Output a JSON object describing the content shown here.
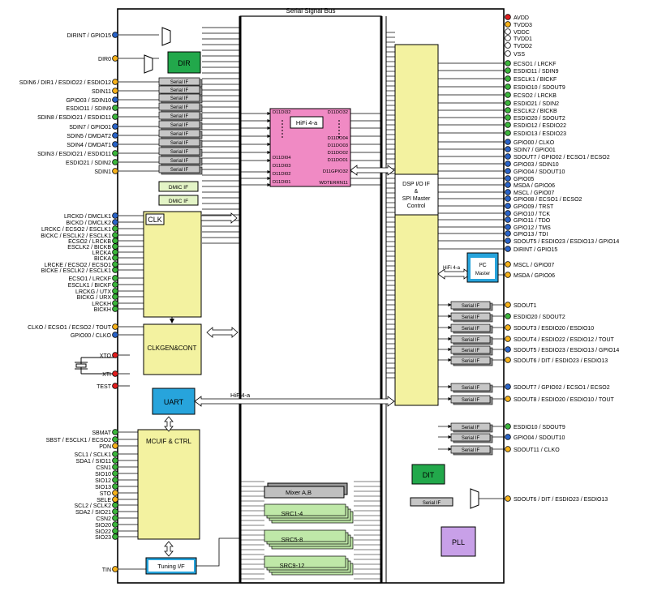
{
  "bus_title": "Serial Signal Bus",
  "blocks": {
    "dir": "DIR",
    "dmic": "DMIC IF",
    "clk": "CLK",
    "clkgen": "CLKGEN&CONT",
    "uart": "UART",
    "mcuif": "MCUIF & CTRL",
    "tuning": "Tuning I/F",
    "hifi": "HiFi 4-a",
    "dsp": [
      "DSP I/O IF",
      "&",
      "SPI Master",
      "Control"
    ],
    "i2c": [
      "I²C",
      "Master"
    ],
    "i2c_hifi": "HiFi 4-a",
    "mixer": "Mixer A,B",
    "src": [
      "SRC1-4",
      "SRC5-8",
      "SRC9-12"
    ],
    "dit": "DIT",
    "pll": "PLL",
    "serial_if": "Serial IF",
    "uart_link": "HiFi4-a"
  },
  "hifi_pins": {
    "left_top": "D11DI32",
    "left_bottom": [
      "D11DI04",
      "D11DI03",
      "D11DI02",
      "D11DI01"
    ],
    "right_top": "D11DO32",
    "right_mid": [
      "D11DO04",
      "D11DO03",
      "D11DO02",
      "D11DO01"
    ],
    "right_gpio": "D11GPIO32",
    "right_err": "WDTERRN11"
  },
  "left_pins": [
    {
      "label": "DIRINT / GPIO15",
      "color": "blue"
    },
    {
      "label": "DIR0",
      "color": "yellow"
    },
    {
      "label": "SDIN6 / DIR1 / ESDIO22 / ESDIO12",
      "color": "yellow"
    },
    {
      "label": "SDIN11",
      "color": "yellow"
    },
    {
      "label": "GPIO03 / SDIN10",
      "color": "blue"
    },
    {
      "label": "ESDIO11 / SDIN9",
      "color": "green"
    },
    {
      "label": "SDIN8 / ESDIO21 / ESDIO11",
      "color": "green"
    },
    {
      "label": "SDIN7 / GPIO01",
      "color": "blue"
    },
    {
      "label": "SDIN5 / DMDAT2",
      "color": "blue"
    },
    {
      "label": "SDIN4 / DMDAT1",
      "color": "blue"
    },
    {
      "label": "SDIN3 / ESDIO21 / ESDIO11",
      "color": "green"
    },
    {
      "label": "ESDIO21 / SDIN2",
      "color": "green"
    },
    {
      "label": "SDIN1",
      "color": "yellow"
    },
    {
      "label": "LRCKD / DMCLK1",
      "color": "blue"
    },
    {
      "label": "BICKD / DMCLK2",
      "color": "blue"
    },
    {
      "label": "LRCKC / ECSO2 / ESCLK1",
      "color": "green"
    },
    {
      "label": "BICKC / ESCLK2 / ESCLK1",
      "color": "green"
    },
    {
      "label": "ECSO2 / LRCKB",
      "color": "green"
    },
    {
      "label": "ESCLK2 / BICKB",
      "color": "green"
    },
    {
      "label": "LRCKA",
      "color": "green"
    },
    {
      "label": "BICKA",
      "color": "green"
    },
    {
      "label": "LRCKE / ECSO2 / ECSO1",
      "color": "green"
    },
    {
      "label": "BICKE / ESCLK2 / ESCLK1",
      "color": "green"
    },
    {
      "label": "ECSO1 / LRCKF",
      "color": "green"
    },
    {
      "label": "ESCLK1 / BICKF",
      "color": "green"
    },
    {
      "label": "LRCKG / UTX",
      "color": "green"
    },
    {
      "label": "BICKG / URX",
      "color": "green"
    },
    {
      "label": "LRCKH",
      "color": "green"
    },
    {
      "label": "BICKH",
      "color": "green"
    },
    {
      "label": "CLKO /  ECSO1 / ECSO2 / TOUT",
      "color": "yellow"
    },
    {
      "label": "GPIO00 / CLKO",
      "color": "blue"
    },
    {
      "label": "XTO",
      "color": "red"
    },
    {
      "label": "XTI",
      "color": "red"
    },
    {
      "label": "TEST",
      "color": "red"
    },
    {
      "label": "SBMAT",
      "color": "green"
    },
    {
      "label": "SBST / ESCLK1 / ECSO2",
      "color": "green"
    },
    {
      "label": "PDN",
      "color": "yellow"
    },
    {
      "label": "SCL1 / SCLK1",
      "color": "green"
    },
    {
      "label": "SDA1 / SIO11",
      "color": "green"
    },
    {
      "label": "CSN1",
      "color": "green"
    },
    {
      "label": "SIO10",
      "color": "green"
    },
    {
      "label": "SIO12",
      "color": "green"
    },
    {
      "label": "SIO13",
      "color": "green"
    },
    {
      "label": "STO",
      "color": "yellow"
    },
    {
      "label": "SELE",
      "color": "yellow"
    },
    {
      "label": "SCL2 / SCLK2",
      "color": "green"
    },
    {
      "label": "SDA2 / SIO21",
      "color": "green"
    },
    {
      "label": "CSN2",
      "color": "green"
    },
    {
      "label": "SIO20",
      "color": "green"
    },
    {
      "label": "SIO22",
      "color": "green"
    },
    {
      "label": "SIO23",
      "color": "green"
    },
    {
      "label": "TIN",
      "color": "yellow"
    }
  ],
  "right_pins": [
    {
      "label": "AVDD",
      "color": "red"
    },
    {
      "label": "TVDD3",
      "color": "yellow"
    },
    {
      "label": "VDDC",
      "color": "white"
    },
    {
      "label": "TVDD1",
      "color": "white"
    },
    {
      "label": "TVDD2",
      "color": "white"
    },
    {
      "label": "VSS",
      "color": "white"
    },
    {
      "label": "ECSO1 / LRCKF",
      "color": "green"
    },
    {
      "label": "ESDIO11 / SDIN9",
      "color": "green"
    },
    {
      "label": "ESCLK1 / BICKF",
      "color": "green"
    },
    {
      "label": "ESDIO10 / SDOUT9",
      "color": "green"
    },
    {
      "label": "ECSO2 / LRCKB",
      "color": "green"
    },
    {
      "label": "ESDIO21 / SDIN2",
      "color": "green"
    },
    {
      "label": "ESCLK2 / BICKB",
      "color": "green"
    },
    {
      "label": "ESDIO20 / SDOUT2",
      "color": "green"
    },
    {
      "label": "ESDIO12 / ESDIO22",
      "color": "green"
    },
    {
      "label": "ESDIO13 / ESDIO23",
      "color": "green"
    },
    {
      "label": "GPIO00 / CLKO",
      "color": "blue"
    },
    {
      "label": "SDIN7 / GPIO01",
      "color": "blue"
    },
    {
      "label": "SDOUT7 / GPIO02 / ECSO1 / ECSO2",
      "color": "blue"
    },
    {
      "label": "GPIO03 / SDIN10",
      "color": "blue"
    },
    {
      "label": "GPIO04 / SDOUT10",
      "color": "blue"
    },
    {
      "label": "GPIO05",
      "color": "blue"
    },
    {
      "label": "MSDA / GPIO06",
      "color": "blue"
    },
    {
      "label": "MSCL / GPIO07",
      "color": "blue"
    },
    {
      "label": "GPIO08 / ECSO1 / ECSO2",
      "color": "blue"
    },
    {
      "label": "GPIO09 / TRST",
      "color": "blue"
    },
    {
      "label": "GPIO10 / TCK",
      "color": "blue"
    },
    {
      "label": "GPIO11 / TDO",
      "color": "blue"
    },
    {
      "label": "GPIO12 / TMS",
      "color": "blue"
    },
    {
      "label": "GPIO13 / TDI",
      "color": "blue"
    },
    {
      "label": "SDOUT5 / ESDIO23 / ESDIO13 / GPIO14",
      "color": "blue"
    },
    {
      "label": "DIRINT / GPIO15",
      "color": "blue"
    },
    {
      "label": "MSCL / GPIO07",
      "color": "yellow"
    },
    {
      "label": "MSDA / GPIO06",
      "color": "yellow"
    },
    {
      "label": "SDOUT1",
      "color": "yellow"
    },
    {
      "label": "ESDIO20 / SDOUT2",
      "color": "green"
    },
    {
      "label": "SDOUT3 / ESDIO20 / ESDIO10",
      "color": "yellow"
    },
    {
      "label": "SDOUT4 / ESDIO22 / ESDIO12 / TOUT",
      "color": "yellow"
    },
    {
      "label": "SDOUT5 / ESDIO23 / ESDIO13 / GPIO14",
      "color": "blue"
    },
    {
      "label": "SDOUT6 / DIT / ESDIO23 / ESDIO13",
      "color": "yellow"
    },
    {
      "label": "SDOUT7 / GPIO02 / ECSO1 / ECSO2",
      "color": "blue"
    },
    {
      "label": "SDOUT8 / ESDIO20 / ESDIO10 / TOUT",
      "color": "yellow"
    },
    {
      "label": "ESDIO10 / SDOUT9",
      "color": "green"
    },
    {
      "label": "GPIO04 / SDOUT10",
      "color": "blue"
    },
    {
      "label": "SDOUT11 / CLKO",
      "color": "yellow"
    },
    {
      "label": "SDOUT6 / DIT / ESDIO23 / ESDIO13",
      "color": "yellow"
    }
  ],
  "colors": {
    "yellow": "#f6b21b",
    "blue": "#2a64c8",
    "green": "#3cb63c",
    "red": "#e01e1e",
    "white": "#ffffff",
    "dir_block": "#22a84b",
    "clk_block": "#f3f2a0",
    "dmic_block": "#e3f4c6",
    "uart_block": "#27a4dc",
    "hifi_block": "#f08ac4",
    "dsp_block": "#f3f2a0",
    "mixer_block": "#bfbfbf",
    "src_block": "#bfe8a8",
    "pll_block": "#c8a0e8",
    "serial_if_block": "#c6c6c6"
  }
}
